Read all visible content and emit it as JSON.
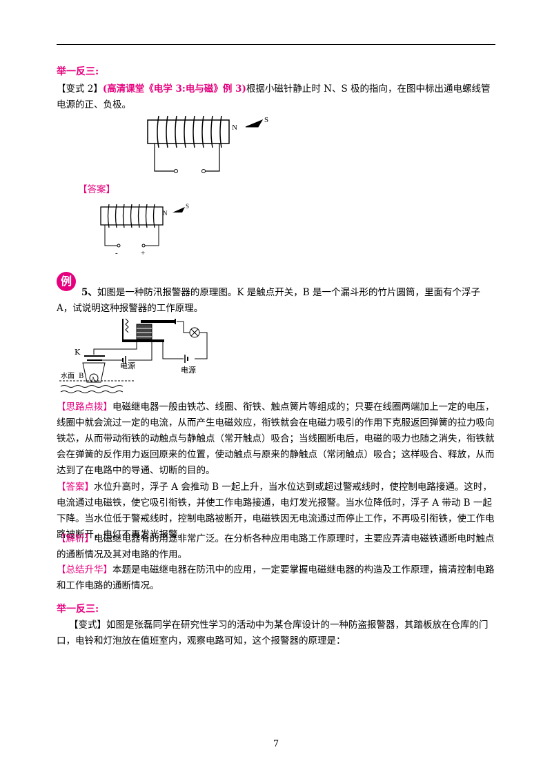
{
  "practice1": {
    "heading": "举一反三:",
    "tag": "【变式 2】",
    "source": "(高清课堂《电学 3:电与磁》例 3)",
    "text": "根据小磁针静止时 N、S 极的指向，在图中标出通电螺线管电源的正、负极。"
  },
  "fig1": {
    "n": "N",
    "s": "S"
  },
  "answer1": {
    "label": "【答案】"
  },
  "fig2": {
    "n": "N",
    "s": "S",
    "minus": "-",
    "plus": "+"
  },
  "example5": {
    "badge": "例",
    "num": "5、",
    "text": "如图是一种防汛报警器的原理图。K 是触点开关，B 是一个漏斗形的竹片圆筒，里面有个浮子 A，试说明这种报警器的工作原理。"
  },
  "fig3": {
    "k": "K",
    "water": "水面",
    "b": "B",
    "a": "A",
    "source1": "电源",
    "source2": "电源"
  },
  "analysis": {
    "label": "【思路点拨】",
    "text": "电磁继电器一般由铁芯、线圈、衔铁、触点簧片等组成的；只要在线圈两端加上一定的电压，线圈中就会流过一定的电流，从而产生电磁效应，衔铁就会在电磁力吸引的作用下克服返回弹簧的拉力吸向铁芯，从而带动衔铁的动触点与静触点（常开触点）吸合；当线圈断电后，电磁的吸力也随之消失，衔铁就会在弹簧的反作用力返回原来的位置，使动触点与原来的静触点（常闭触点）吸合；这样吸合、释放，从而达到了在电路中的导通、切断的目的。"
  },
  "answer2": {
    "label": "【答案】",
    "text": "水位升高时，浮子 A 会推动 B 一起上升，当水位达到或超过警戒线时，使控制电路接通。这时，电流通过电磁铁，使它吸引衔铁，并使工作电路接通，电灯发光报警。当水位降低时，浮子 A 带动 B 一起下降。当水位低于警戒线时，控制电路被断开，电磁铁因无电流通过而停止工作，不再吸引衔铁，使工作电路被断开，电灯不再发光报警。"
  },
  "explain": {
    "label": "【解析】",
    "text": "电磁继电器有的用途非常广泛。在分析各种应用电路工作原理时，主要应弄清电磁铁通断电时触点的通断情况及其对电路的作用。"
  },
  "summary": {
    "label": "【总结升华】",
    "text": "本题是电磁继电器在防汛中的应用，一定要掌握电磁继电器的构造及工作原理，搞清控制电路和工作电路的通断情况。"
  },
  "practice2": {
    "heading": "举一反三:",
    "tag": "【变式】",
    "text": "如图是张磊同学在研究性学习的活动中为某仓库设计的一种防盗报警器，其踏板放在仓库的门口，电铃和灯泡放在值班室内，观察电路可知，这个报警器的原理是："
  },
  "page_number": "7"
}
